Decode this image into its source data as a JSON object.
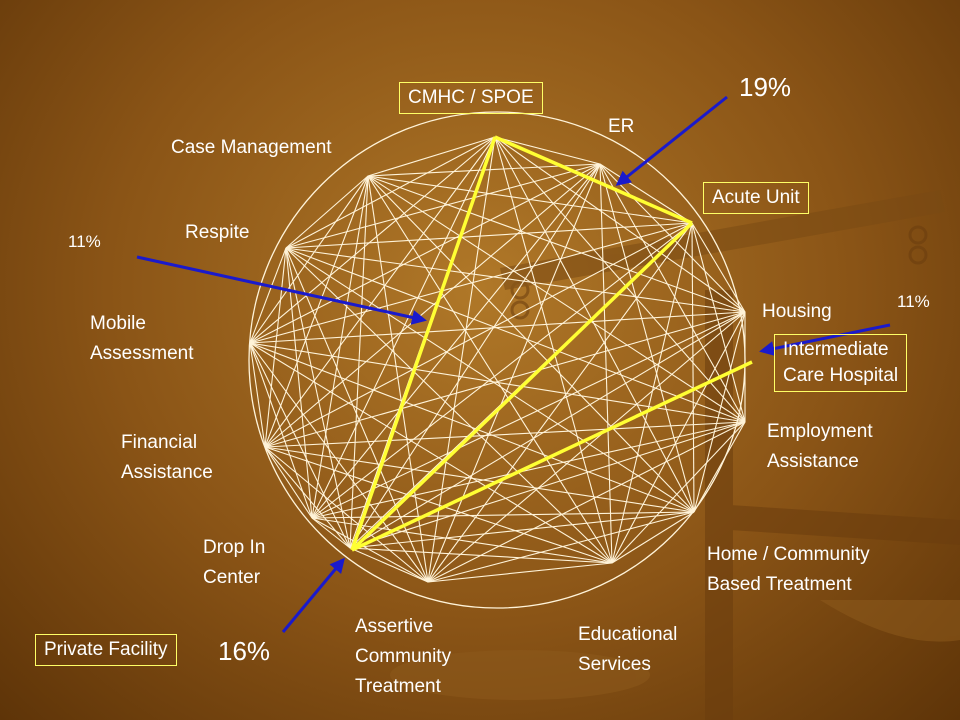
{
  "labels": {
    "cmhc": "CMHC / SPOE",
    "er": "ER",
    "acute": "Acute Unit",
    "housing": "Housing",
    "intermediate": "Intermediate\nCare Hospital",
    "employment": "Employment\nAssistance",
    "home": "Home / Community\nBased Treatment",
    "educational": "Educational\nServices",
    "act": "Assertive\nCommunity\nTreatment",
    "dropin": "Drop In\nCenter",
    "financial": "Financial\nAssistance",
    "mobile": "Mobile\nAssessment",
    "respite": "Respite",
    "case": "Case Management",
    "private": "Private Facility"
  },
  "percentages": {
    "er_arrow": "19%",
    "respite_arrow": "11%",
    "intermediate_arrow": "11%",
    "private_arrow": "16%"
  },
  "colors": {
    "web_lines": "#fff3d8",
    "highlight": "#ffff33",
    "arrow": "#1a1acc",
    "box_border": "#ffff66"
  }
}
